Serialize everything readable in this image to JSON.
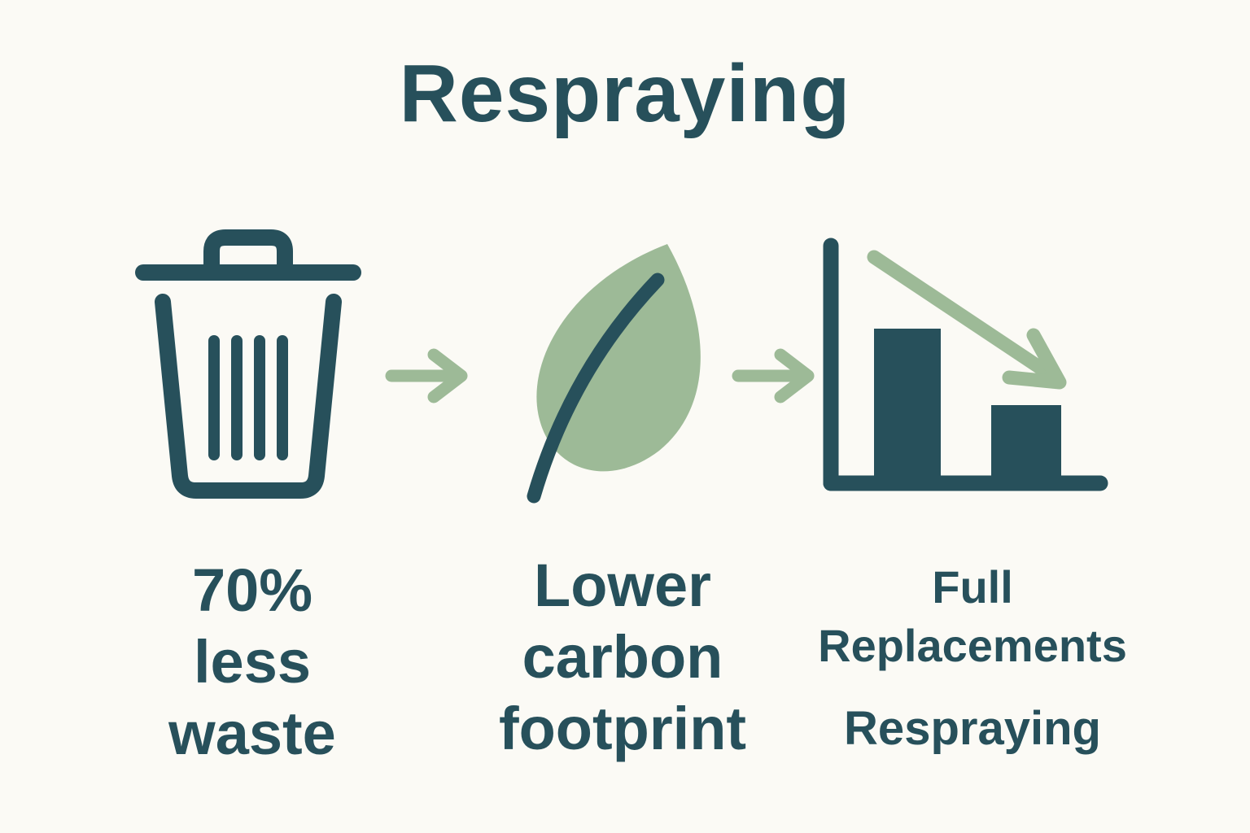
{
  "title": "Respraying",
  "colors": {
    "dark_teal": "#27505b",
    "sage_green": "#9dba97",
    "background": "#fbfaf5"
  },
  "steps": [
    {
      "icon": "trash-can-icon",
      "lines": [
        "70%",
        "less",
        "waste"
      ]
    },
    {
      "icon": "leaf-icon",
      "lines": [
        "Lower",
        "carbon",
        "footprint"
      ]
    },
    {
      "icon": "declining-bar-chart-icon",
      "lines": [
        "Full",
        "Replacements",
        "Respraying"
      ]
    }
  ]
}
